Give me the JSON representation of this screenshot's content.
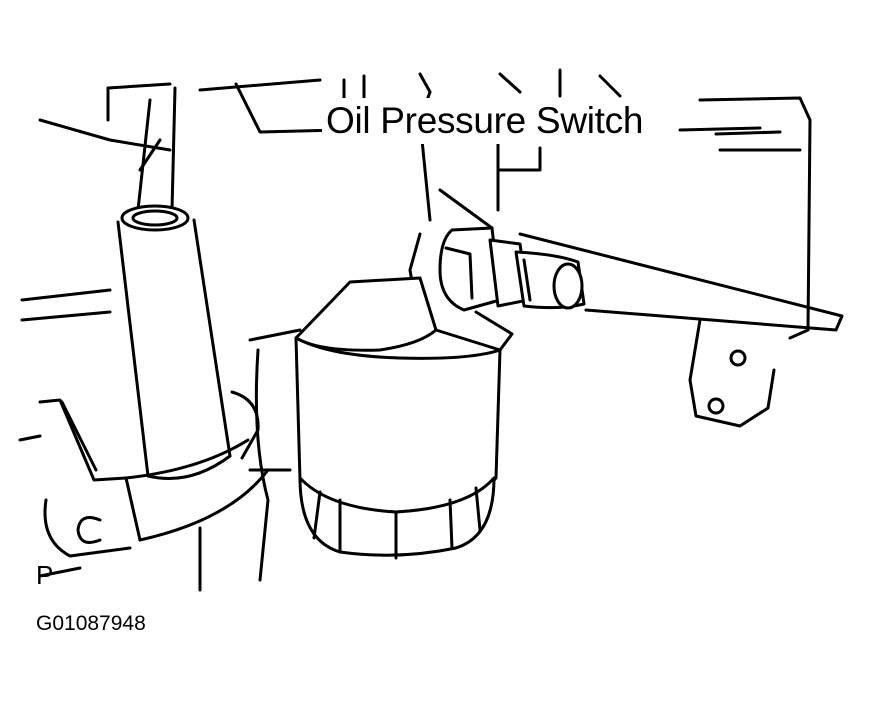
{
  "diagram": {
    "callout_label": "Oil Pressure Switch",
    "view_letter": "P",
    "figure_id": "G01087948"
  },
  "colors": {
    "line": "#000000",
    "background": "#ffffff"
  },
  "icons": [
    "oil-filter",
    "oil-pressure-switch",
    "engine-block-bracket",
    "dipstick-tube"
  ]
}
